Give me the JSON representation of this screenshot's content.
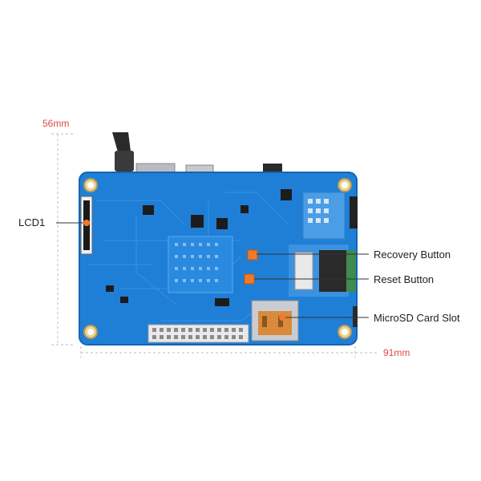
{
  "dimensions": {
    "height_label": "56mm",
    "width_label": "91mm",
    "color": "#e0484b"
  },
  "callouts": {
    "lcd": "LCD1",
    "recovery": "Recovery Button",
    "reset": "Reset Button",
    "microsd": "MicroSD Card Slot"
  },
  "colors": {
    "board": "#1f7fd6",
    "callout_dot": "#f07a2a",
    "leader_line": "#333333"
  }
}
